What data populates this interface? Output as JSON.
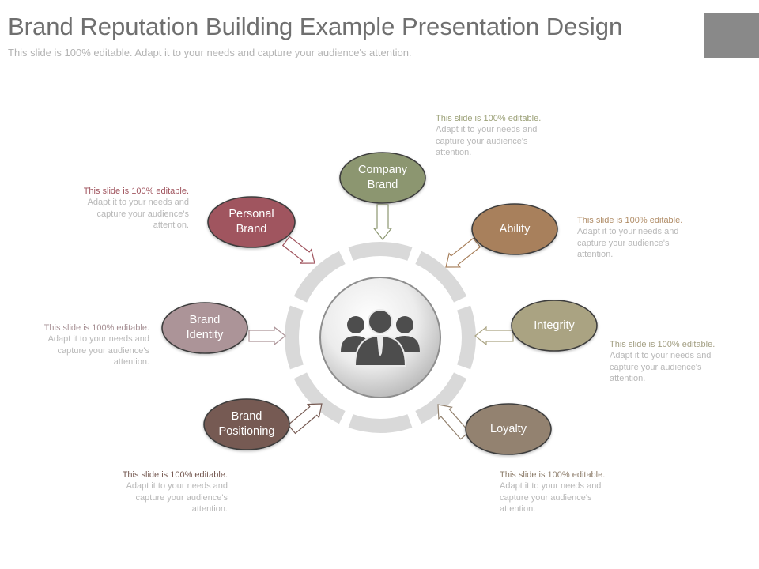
{
  "slide": {
    "title": "Brand Reputation Building Example Presentation Design",
    "subtitle": "This slide is 100% editable. Adapt it to your needs and capture your audience's attention."
  },
  "center": {
    "icon": "people-group-icon"
  },
  "nodes": [
    {
      "id": "company-brand",
      "label": "Company\nBrand",
      "color": "#8c9670"
    },
    {
      "id": "personal-brand",
      "label": "Personal\nBrand",
      "color": "#a0545e"
    },
    {
      "id": "ability",
      "label": "Ability",
      "color": "#a8805c"
    },
    {
      "id": "brand-identity",
      "label": "Brand\nIdentity",
      "color": "#ac9498"
    },
    {
      "id": "integrity",
      "label": "Integrity",
      "color": "#aaa382"
    },
    {
      "id": "brand-positioning",
      "label": "Brand\nPositioning",
      "color": "#765a52"
    },
    {
      "id": "loyalty",
      "label": "Loyalty",
      "color": "#93826f"
    }
  ],
  "notes": [
    {
      "id": "company-brand",
      "head": "This slide is 100% editable.",
      "body": "Adapt it to your needs and capture your audience's attention.",
      "color": "#9ca178"
    },
    {
      "id": "personal-brand",
      "head": "This slide is 100% editable.",
      "body": "Adapt it to your needs and capture your audience's attention.",
      "color": "#a0545e"
    },
    {
      "id": "ability",
      "head": "This slide is 100% editable.",
      "body": "Adapt it to your needs and capture your audience's attention.",
      "color": "#b08c66"
    },
    {
      "id": "brand-identity",
      "head": "This slide is 100% editable.",
      "body": "Adapt it to your needs and capture your audience's attention.",
      "color": "#a69094"
    },
    {
      "id": "integrity",
      "head": "This slide is 100% editable.",
      "body": "Adapt it to your needs and capture your audience's attention.",
      "color": "#a39f83"
    },
    {
      "id": "brand-positioning",
      "head": "This slide is 100% editable.",
      "body": "Adapt it to your needs and capture your audience's attention.",
      "color": "#765a52"
    },
    {
      "id": "loyalty",
      "head": "This slide is 100% editable.",
      "body": "Adapt it to your needs and capture your audience's attention.",
      "color": "#8d7d6b"
    }
  ]
}
